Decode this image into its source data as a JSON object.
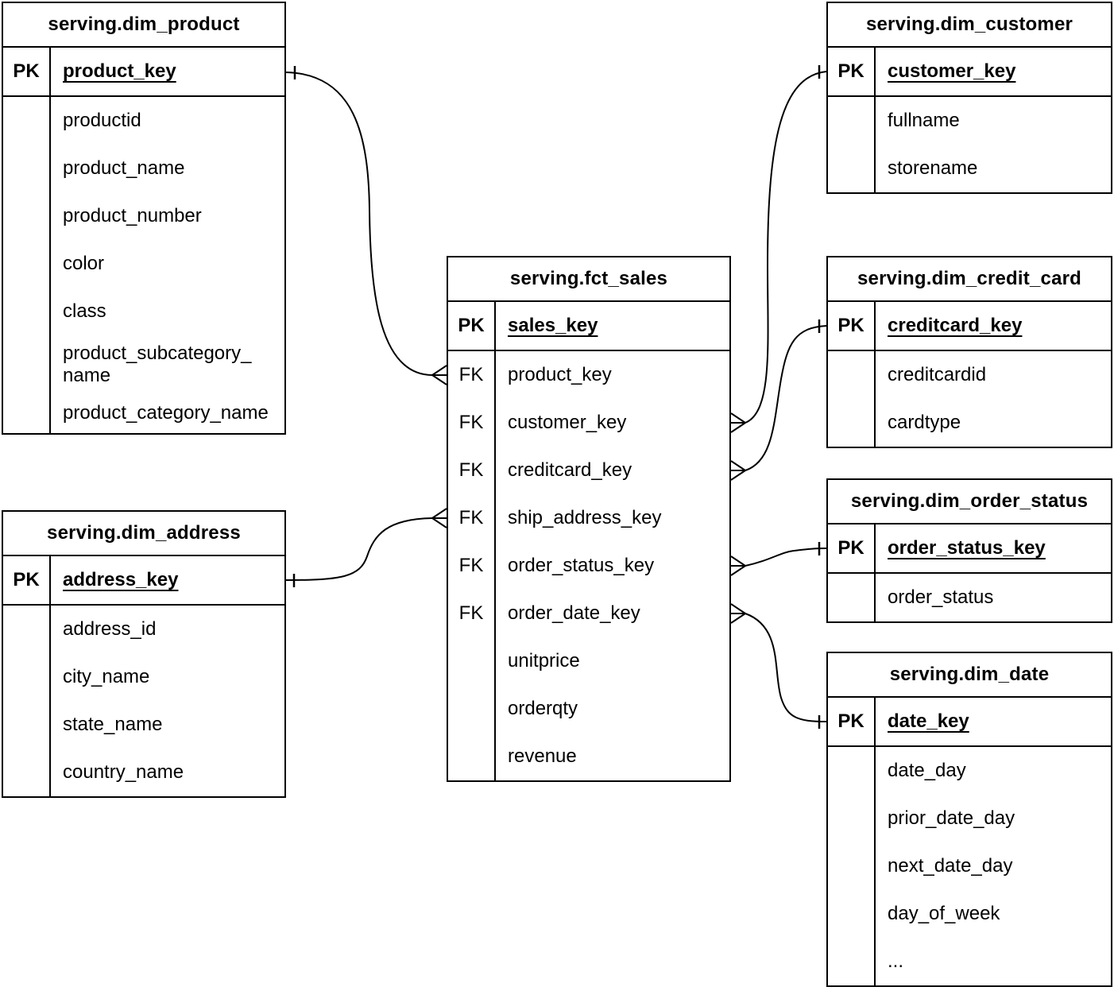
{
  "colors": {
    "line": "#000000",
    "background": "#ffffff",
    "text": "#000000"
  },
  "tables": [
    {
      "title": "serving.dim_product",
      "pk": {
        "label": "PK",
        "field": "product_key"
      },
      "fields": [
        {
          "badge": "",
          "name": "productid"
        },
        {
          "badge": "",
          "name": "product_name"
        },
        {
          "badge": "",
          "name": "product_number"
        },
        {
          "badge": "",
          "name": "color"
        },
        {
          "badge": "",
          "name": "class"
        },
        {
          "badge": "",
          "name": "product_subcategory_\nname"
        },
        {
          "badge": "",
          "name": "product_category_name"
        }
      ]
    },
    {
      "title": "serving.dim_customer",
      "pk": {
        "label": "PK",
        "field": "customer_key"
      },
      "fields": [
        {
          "badge": "",
          "name": "fullname"
        },
        {
          "badge": "",
          "name": "storename"
        }
      ]
    },
    {
      "title": "serving.fct_sales",
      "pk": {
        "label": "PK",
        "field": "sales_key"
      },
      "fields": [
        {
          "badge": "FK",
          "name": "product_key"
        },
        {
          "badge": "FK",
          "name": "customer_key"
        },
        {
          "badge": "FK",
          "name": "creditcard_key"
        },
        {
          "badge": "FK",
          "name": "ship_address_key"
        },
        {
          "badge": "FK",
          "name": "order_status_key"
        },
        {
          "badge": "FK",
          "name": "order_date_key"
        },
        {
          "badge": "",
          "name": "unitprice"
        },
        {
          "badge": "",
          "name": "orderqty"
        },
        {
          "badge": "",
          "name": "revenue"
        }
      ]
    },
    {
      "title": "serving.dim_credit_card",
      "pk": {
        "label": "PK",
        "field": "creditcard_key"
      },
      "fields": [
        {
          "badge": "",
          "name": "creditcardid"
        },
        {
          "badge": "",
          "name": "cardtype"
        }
      ]
    },
    {
      "title": "serving.dim_order_status",
      "pk": {
        "label": "PK",
        "field": "order_status_key"
      },
      "fields": [
        {
          "badge": "",
          "name": "order_status"
        }
      ]
    },
    {
      "title": "serving.dim_date",
      "pk": {
        "label": "PK",
        "field": "date_key"
      },
      "fields": [
        {
          "badge": "",
          "name": "date_day"
        },
        {
          "badge": "",
          "name": "prior_date_day"
        },
        {
          "badge": "",
          "name": "next_date_day"
        },
        {
          "badge": "",
          "name": "day_of_week"
        },
        {
          "badge": "",
          "name": "..."
        }
      ]
    },
    {
      "title": "serving.dim_address",
      "pk": {
        "label": "PK",
        "field": "address_key"
      },
      "fields": [
        {
          "badge": "",
          "name": "address_id"
        },
        {
          "badge": "",
          "name": "city_name"
        },
        {
          "badge": "",
          "name": "state_name"
        },
        {
          "badge": "",
          "name": "country_name"
        }
      ]
    }
  ],
  "relations": [
    {
      "from": "serving.fct_sales.product_key",
      "from_cardinality": "many",
      "to": "serving.dim_product.product_key",
      "to_cardinality": "one"
    },
    {
      "from": "serving.fct_sales.customer_key",
      "from_cardinality": "many",
      "to": "serving.dim_customer.customer_key",
      "to_cardinality": "one"
    },
    {
      "from": "serving.fct_sales.creditcard_key",
      "from_cardinality": "many",
      "to": "serving.dim_credit_card.creditcard_key",
      "to_cardinality": "one"
    },
    {
      "from": "serving.fct_sales.ship_address_key",
      "from_cardinality": "many",
      "to": "serving.dim_address.address_key",
      "to_cardinality": "one"
    },
    {
      "from": "serving.fct_sales.order_status_key",
      "from_cardinality": "many",
      "to": "serving.dim_order_status.order_status_key",
      "to_cardinality": "one"
    },
    {
      "from": "serving.fct_sales.order_date_key",
      "from_cardinality": "many",
      "to": "serving.dim_date.date_key",
      "to_cardinality": "one"
    }
  ]
}
